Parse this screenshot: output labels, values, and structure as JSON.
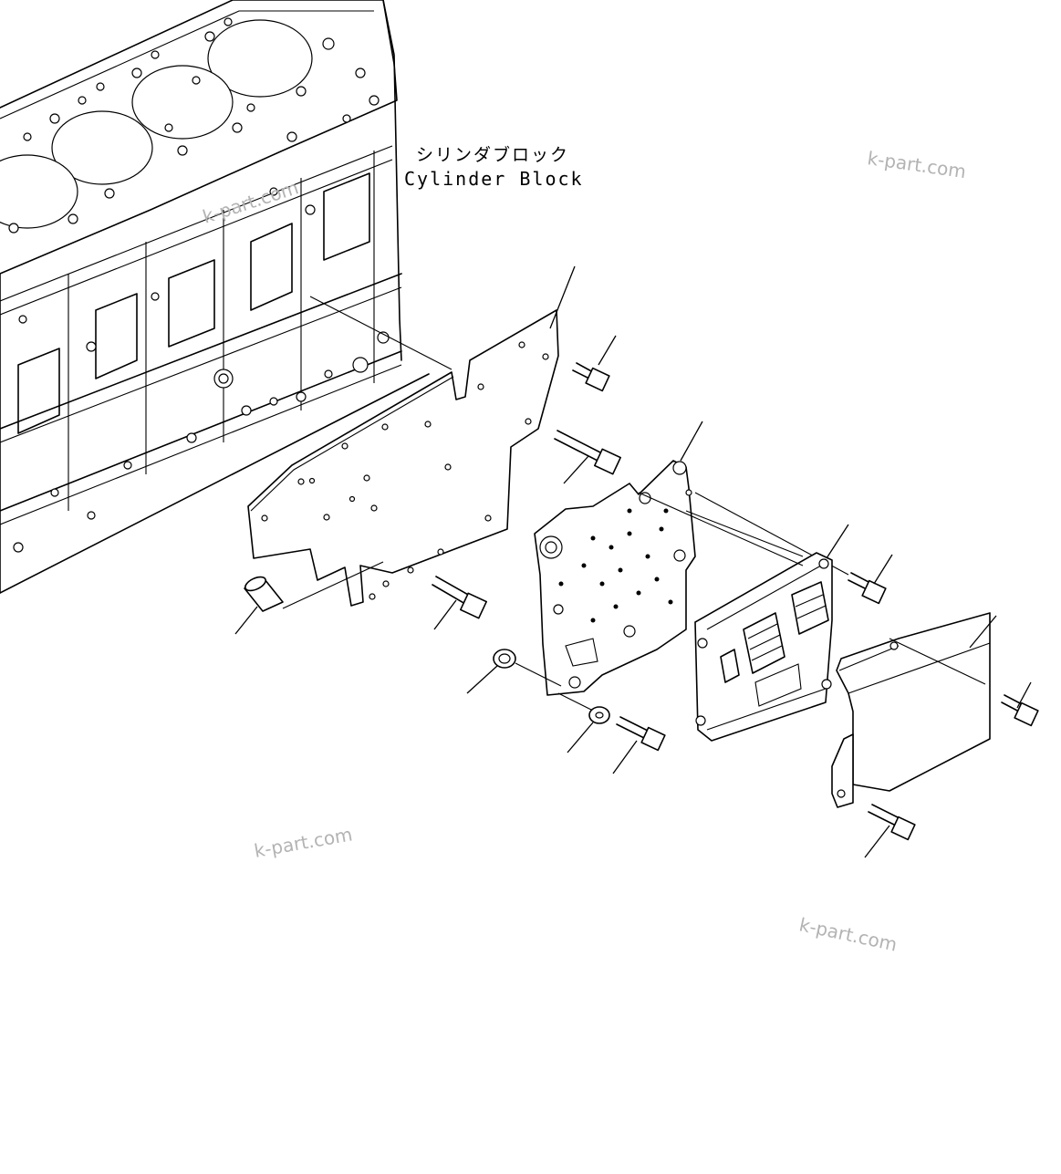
{
  "labels": {
    "cylinder_block_jp": "シリンダブロック",
    "cylinder_block_en": "Cylinder Block"
  },
  "watermarks": [
    "k-part.com",
    "k-part.com",
    "k-part.com",
    "k-part.com"
  ]
}
